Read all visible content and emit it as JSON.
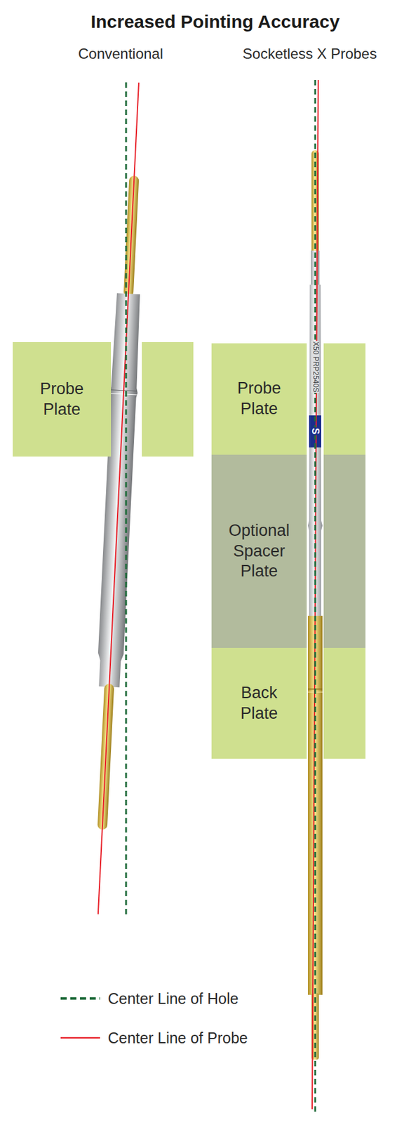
{
  "diagram": {
    "title": "Increased Pointing Accuracy",
    "nodes": [
      {
        "text": [
          "Probe Plate"
        ]
      },
      {
        "text": [
          "Probe Plate"
        ]
      },
      {
        "text": [
          "Optional Spacer Plate"
        ]
      },
      {
        "text": [
          "Back Plate"
        ]
      }
    ],
    "labels": [
      "Conventional",
      "Socketless X Probes",
      "X50 PRP2540S",
      "S"
    ],
    "legend": [
      {
        "text": "Center Line of Hole"
      },
      {
        "text": "Center Line of Probe"
      }
    ]
  }
}
